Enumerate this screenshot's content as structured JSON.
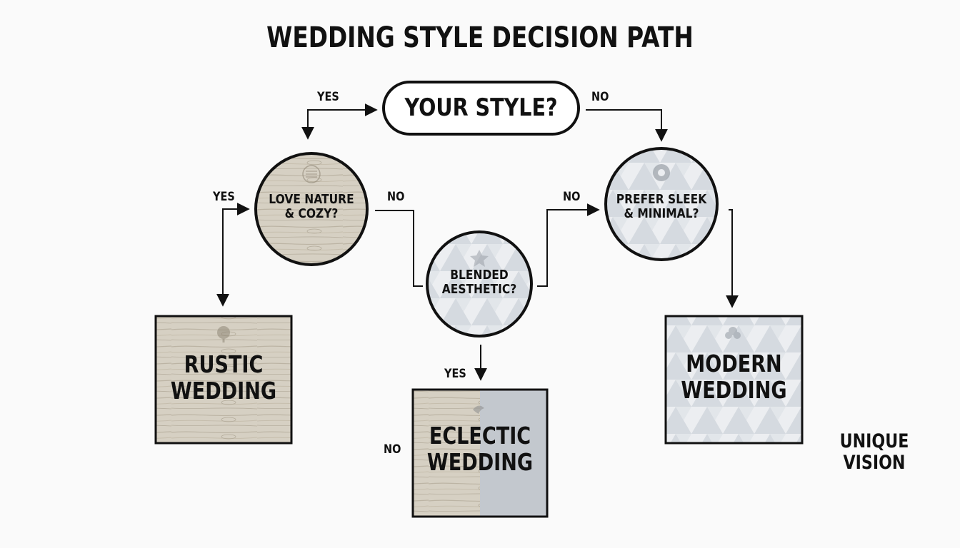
{
  "title": "WEDDING STYLE DECISION PATH",
  "start": {
    "text": "YOUR STYLE?"
  },
  "decisions": {
    "nature": {
      "line1": "LOVE NATURE",
      "line2": "& COZY?",
      "icon": "lace-badge-icon"
    },
    "blended": {
      "line1": "BLENDED",
      "line2": "AESTHETIC?",
      "icon": "star-ornament-icon"
    },
    "sleek": {
      "line1": "PREFER SLEEK",
      "line2": "& MINIMAL?",
      "icon": "geometric-badge-icon"
    }
  },
  "results": {
    "rustic": {
      "line1": "RUSTIC",
      "line2": "WEDDING",
      "icon": "tree-icon"
    },
    "eclectic": {
      "line1": "ECLECTIC",
      "line2": "WEDDING",
      "icon": "bird-icon"
    },
    "modern": {
      "line1": "MODERN",
      "line2": "WEDDING",
      "icon": "flower-icon"
    }
  },
  "extra": {
    "line1": "UNIQUE",
    "line2": "VISION"
  },
  "labels": {
    "top_yes": "YES",
    "top_no": "NO",
    "nature_yes": "YES",
    "nature_no": "NO",
    "blended_no_right": "NO",
    "blended_yes": "YES",
    "eclectic_no": "NO"
  },
  "colors": {
    "wood": "#d6d0c3",
    "wood_grain": "#b9b1a1",
    "slate": "#c3c8ce",
    "triangle_light": "#eceef1",
    "triangle_mid": "#d5dae0",
    "stroke": "#111111"
  }
}
